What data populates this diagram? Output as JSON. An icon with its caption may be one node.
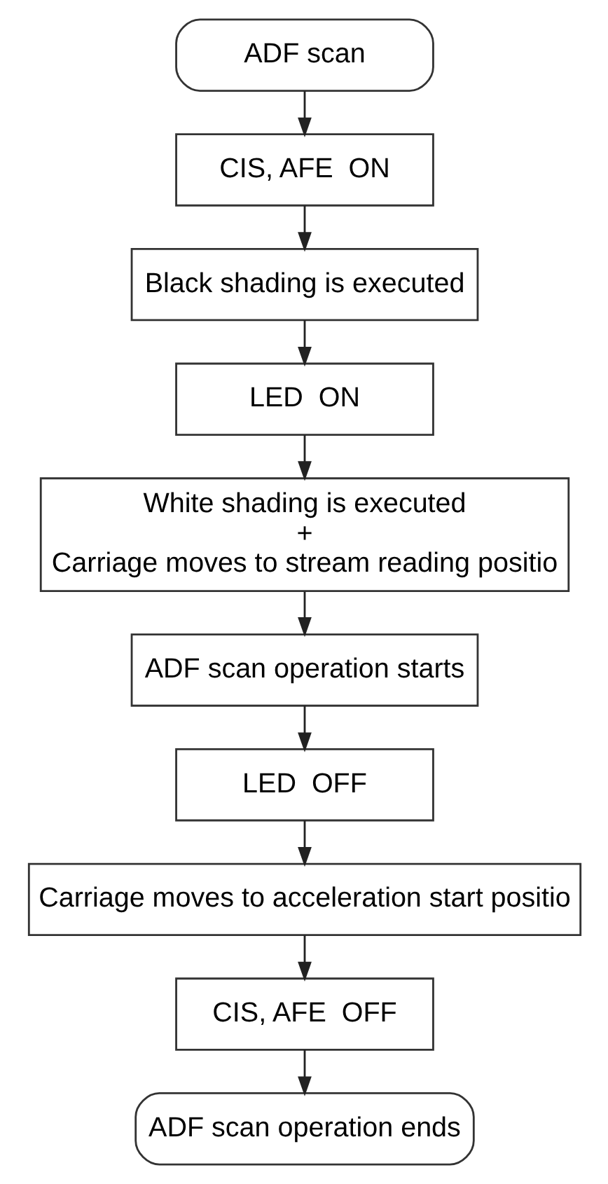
{
  "diagram": {
    "nodes": [
      {
        "text": [
          "ADF scan"
        ]
      },
      {
        "text": [
          "CIS, AFE  ON"
        ]
      },
      {
        "text": [
          "Black shading is executed"
        ]
      },
      {
        "text": [
          "LED  ON"
        ]
      },
      {
        "text": [
          "White shading is executed",
          "+",
          "Carriage moves to stream reading positio"
        ]
      },
      {
        "text": [
          "ADF scan operation starts"
        ]
      },
      {
        "text": [
          "LED  OFF"
        ]
      },
      {
        "text": [
          "Carriage moves to acceleration start positio"
        ]
      },
      {
        "text": [
          "CIS, AFE  OFF"
        ]
      },
      {
        "text": [
          "ADF scan operation ends"
        ]
      }
    ],
    "edges": [
      {
        "from": 0,
        "to": 1,
        "arrow": "to"
      },
      {
        "from": 1,
        "to": 2,
        "arrow": "to"
      },
      {
        "from": 2,
        "to": 3,
        "arrow": "to"
      },
      {
        "from": 3,
        "to": 4,
        "arrow": "to"
      },
      {
        "from": 4,
        "to": 5,
        "arrow": "to"
      },
      {
        "from": 5,
        "to": 6,
        "arrow": "to"
      },
      {
        "from": 6,
        "to": 7,
        "arrow": "to"
      },
      {
        "from": 7,
        "to": 8,
        "arrow": "to"
      },
      {
        "from": 8,
        "to": 9,
        "arrow": "to"
      }
    ]
  }
}
